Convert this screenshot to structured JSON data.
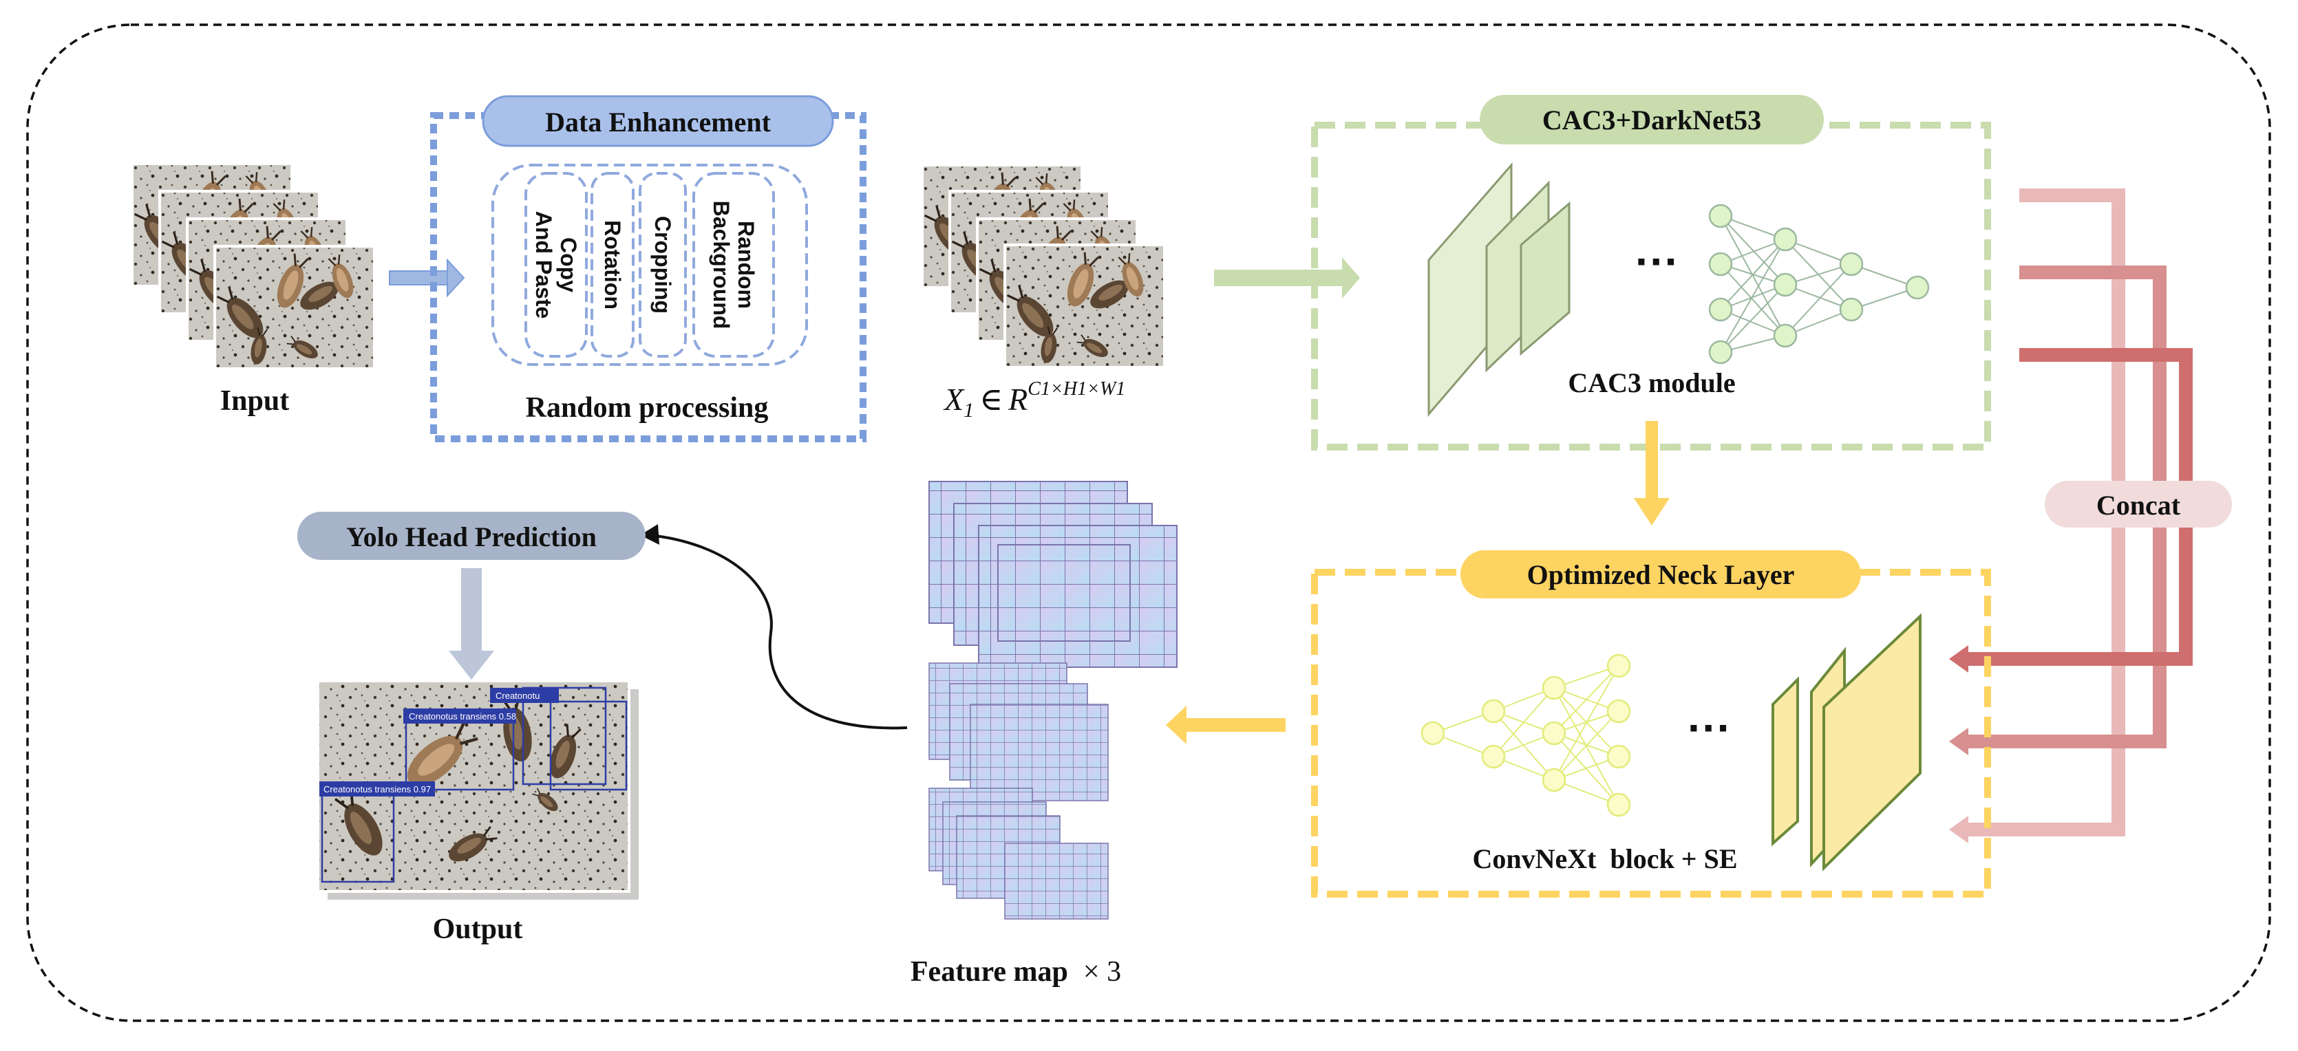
{
  "input": {
    "label": "Input"
  },
  "data_enhancement": {
    "title": "Data Enhancement",
    "methods": [
      "Copy And Paste",
      "Rotation",
      "Cropping",
      "Random Background"
    ],
    "caption": "Random processing"
  },
  "formula": {
    "base": "X",
    "sub": "1",
    "in": "∈",
    "space": "R",
    "sup": "C1×H1×W1"
  },
  "backbone": {
    "title": "CAC3+DarkNet53",
    "caption": "CAC3 module",
    "ellipsis": "···"
  },
  "concat": {
    "label": "Concat"
  },
  "neck": {
    "title": "Optimized Neck Layer",
    "caption": "ConvNeXt  block + SE",
    "ellipsis": "···"
  },
  "feature_map": {
    "label": "Feature map",
    "mult": "× 3"
  },
  "head": {
    "title": "Yolo Head Prediction"
  },
  "output": {
    "label": "Output",
    "detections": [
      "Creatonotus transiens 0.58",
      "Creatonotu",
      "Creatonotus transiens 0.97"
    ]
  },
  "colors": {
    "blue": "#7b9ddb",
    "green": "#c8dcae",
    "yellow": "#fdd462",
    "red": "#cf6e6e",
    "pink": "#e9b8b8",
    "slate": "#9aa9c0"
  }
}
